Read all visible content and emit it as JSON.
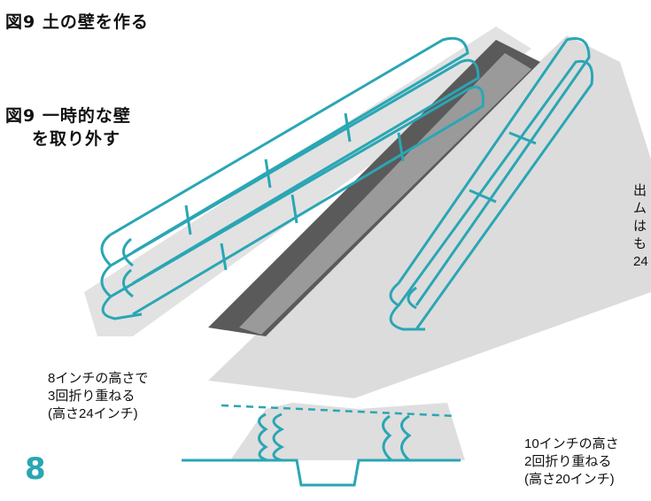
{
  "titles": {
    "main": "図9 土の壁を作る",
    "sub_line1": "図9 一時的な壁",
    "sub_line2": "を取り外す"
  },
  "notes": {
    "left": [
      "8インチの高さで",
      "3回折り重ねる",
      "(高さ24インチ)"
    ],
    "bottom_right": [
      "10インチの高さ",
      "2回折り重ねる",
      "(高さ20インチ)"
    ],
    "right_partial": [
      "出",
      "ム",
      "は",
      "も",
      "24"
    ]
  },
  "page_number": "8",
  "colors": {
    "outline": "#2aa6b4",
    "shading": "#cfcfcf",
    "trench": "#4a4a4a",
    "accent": "#2aa6b4"
  }
}
